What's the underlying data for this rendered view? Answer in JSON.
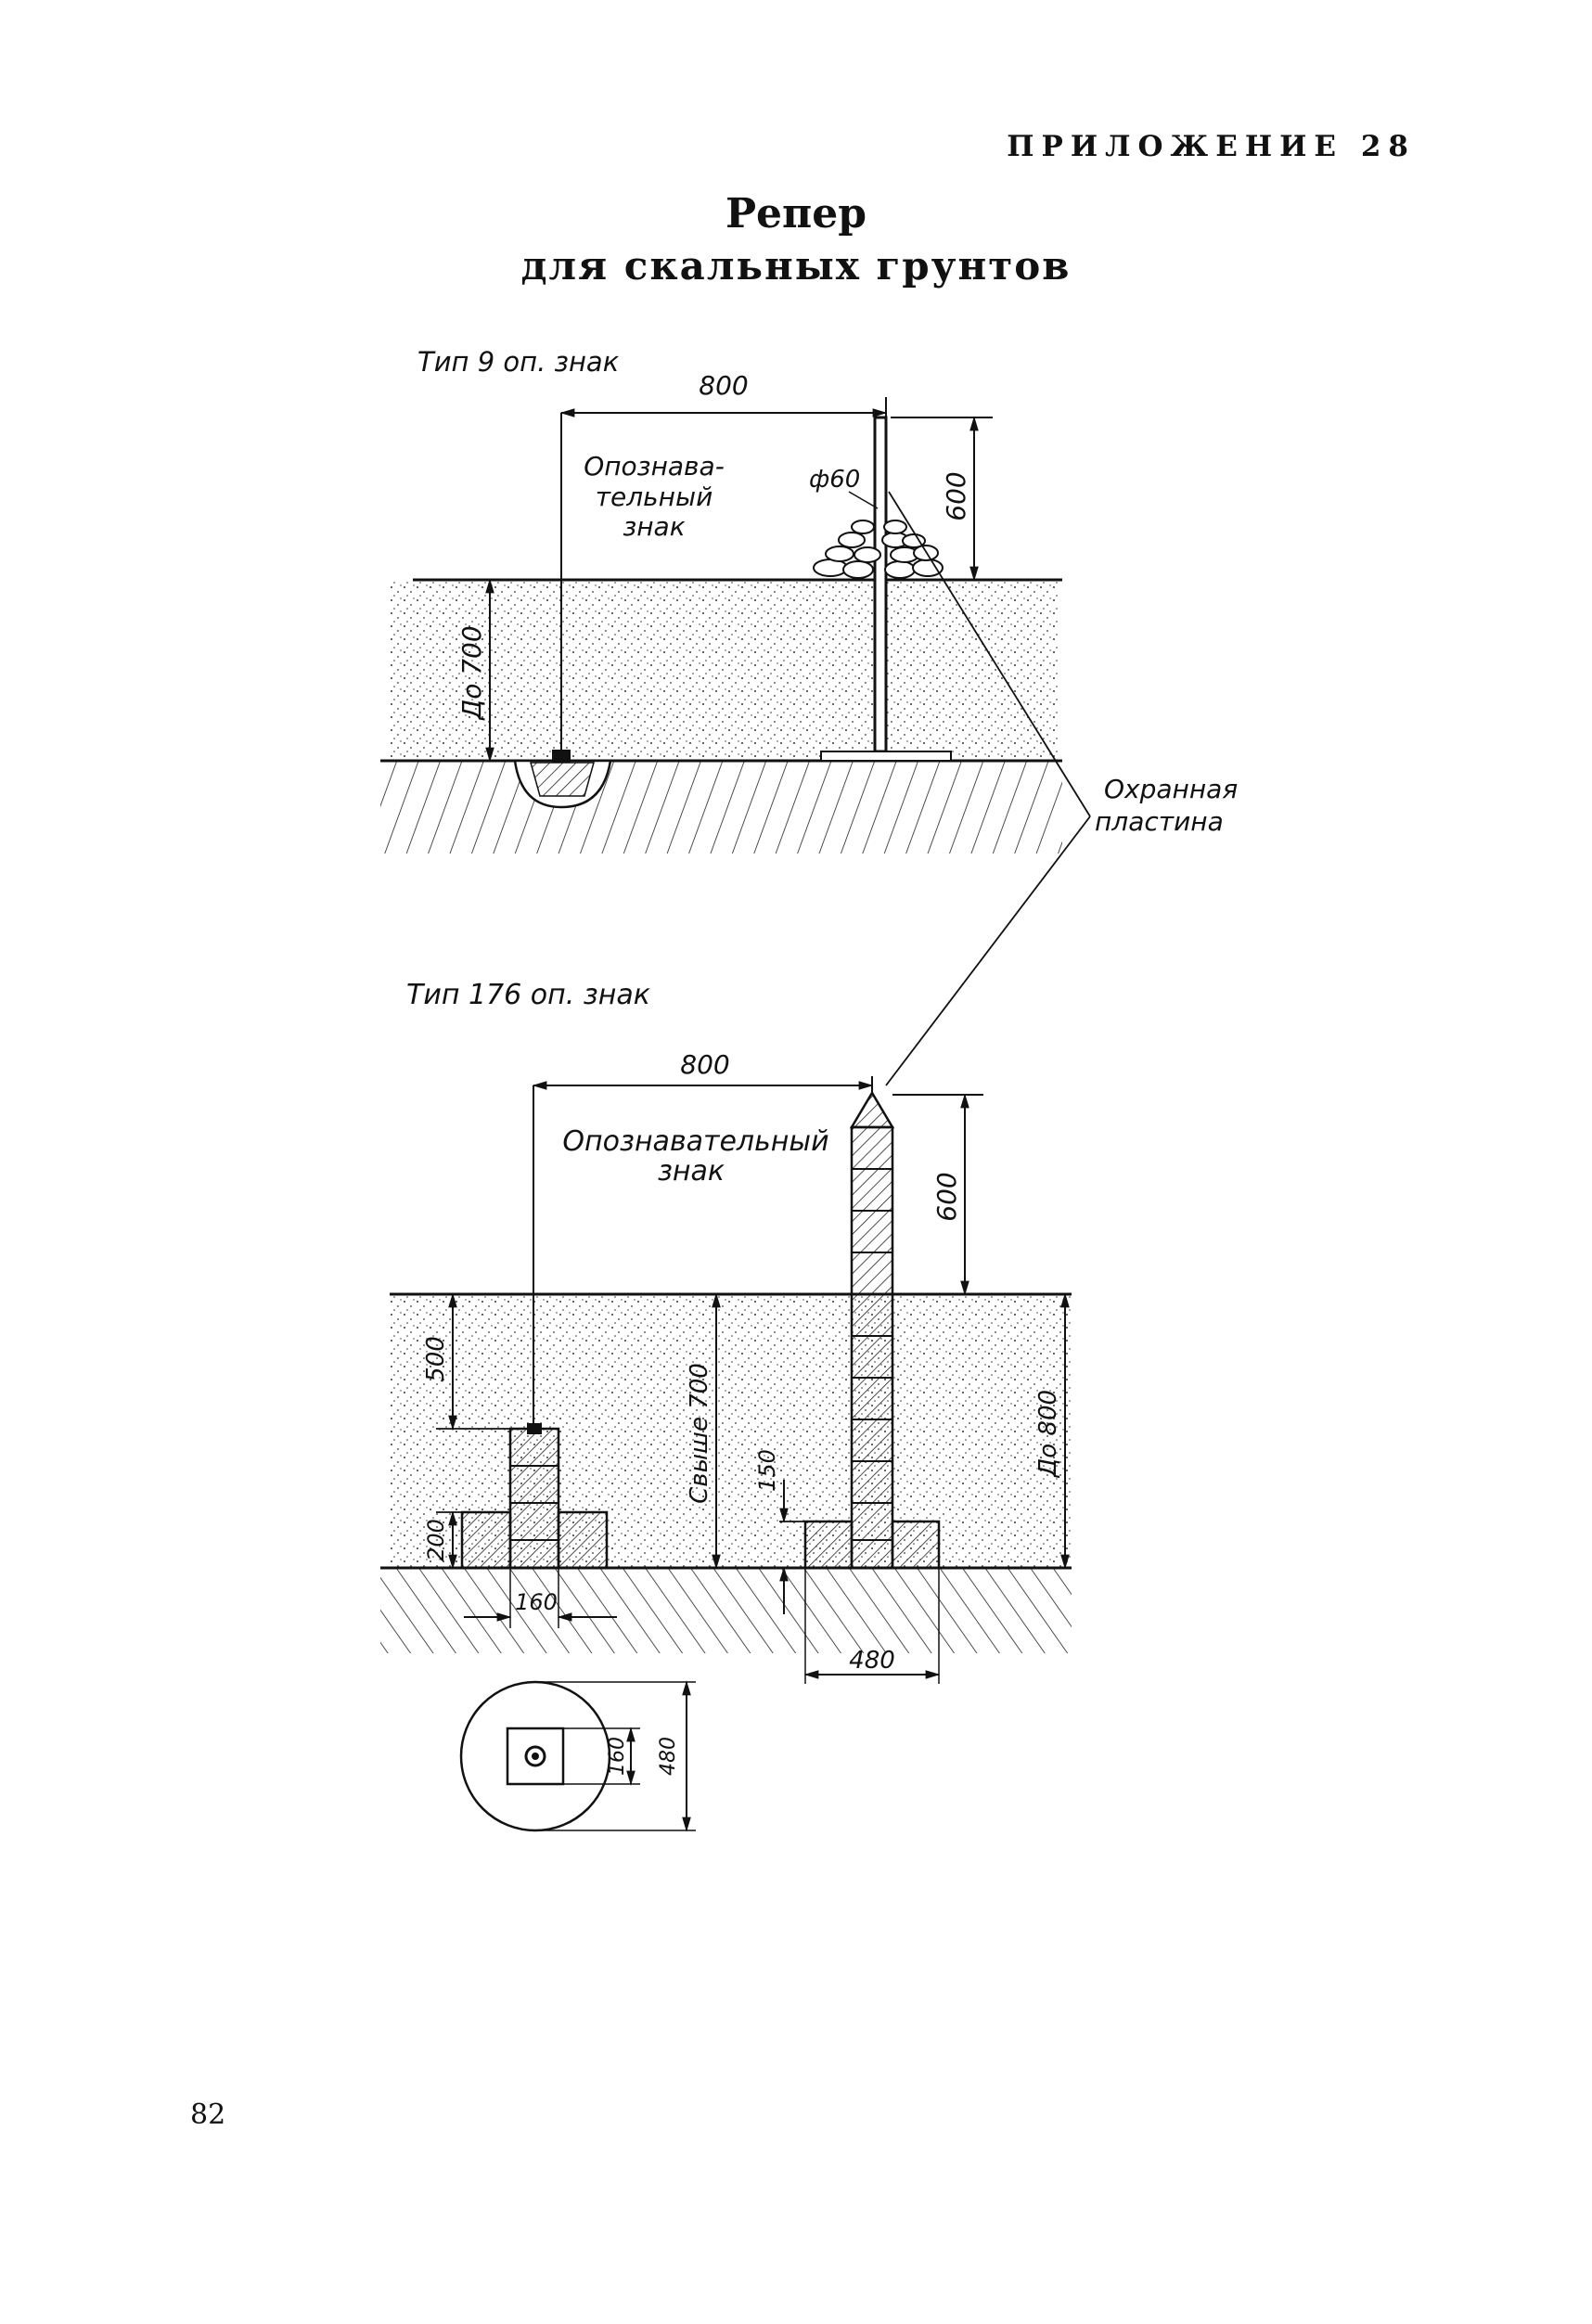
{
  "header": {
    "appendix": "ПРИЛОЖЕНИЕ 28",
    "title_line1": "Репер",
    "title_line2": "для скальных грунтов"
  },
  "drawing_type9": {
    "caption": "Тип 9 оп. знак",
    "dim_width": "800",
    "dim_height": "600",
    "dim_depth": "До 700",
    "diameter": "ф60",
    "sign_label_1": "Опознава-",
    "sign_label_2": "тельный",
    "sign_label_3": "знак"
  },
  "protective_plate": {
    "line1": "Охранная",
    "line2": "пластина"
  },
  "drawing_type176": {
    "caption": "Тип 176 оп. знак",
    "dim_width": "800",
    "dim_height": "600",
    "sign_label_1": "Опознавательный",
    "sign_label_2": "знак",
    "dim_500": "500",
    "dim_200": "200",
    "dim_above_700": "Свыше 700",
    "dim_150": "150",
    "dim_up_to_800": "До 800",
    "dim_160": "160",
    "dim_480": "480"
  },
  "plan_view": {
    "dim_160": "160",
    "dim_480": "480"
  },
  "footer": {
    "page_number": "82"
  }
}
